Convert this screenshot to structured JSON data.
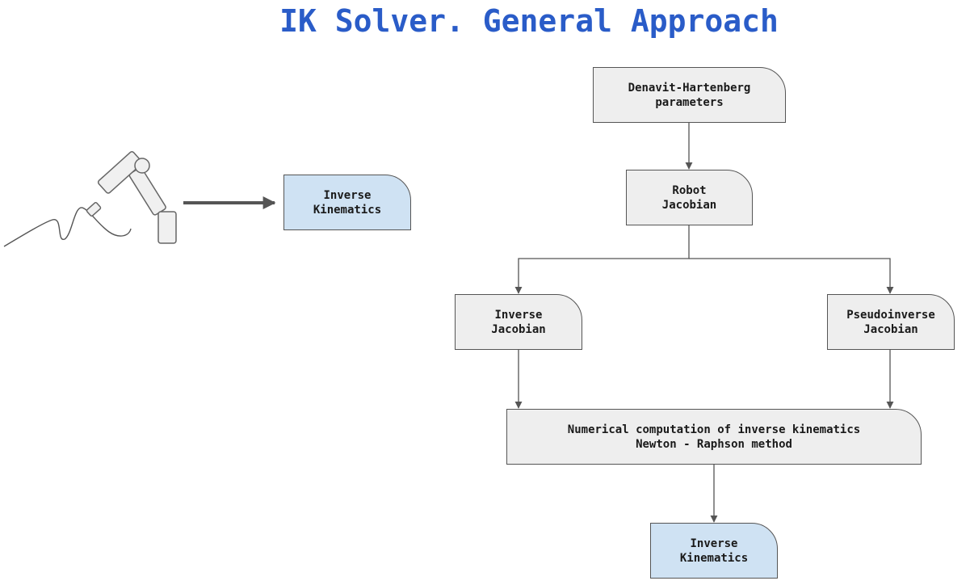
{
  "title": "IK Solver. General Approach",
  "colors": {
    "title": "#2a5cc8",
    "box_gray": "#eeeeee",
    "box_blue": "#cfe2f3",
    "stroke": "#555555"
  },
  "nodes": {
    "ik_left": "Inverse\nKinematics",
    "dh_params": "Denavit-Hartenberg\nparameters",
    "robot_jacobian": "Robot\nJacobian",
    "inverse_jacobian": "Inverse\nJacobian",
    "pseudoinverse_jacobian": "Pseudoinverse\nJacobian",
    "numerical": "Numerical computation of inverse kinematics\nNewton - Raphson method",
    "ik_bottom": "Inverse\nKinematics"
  },
  "icons": {
    "robot": "robot-arm-icon"
  }
}
